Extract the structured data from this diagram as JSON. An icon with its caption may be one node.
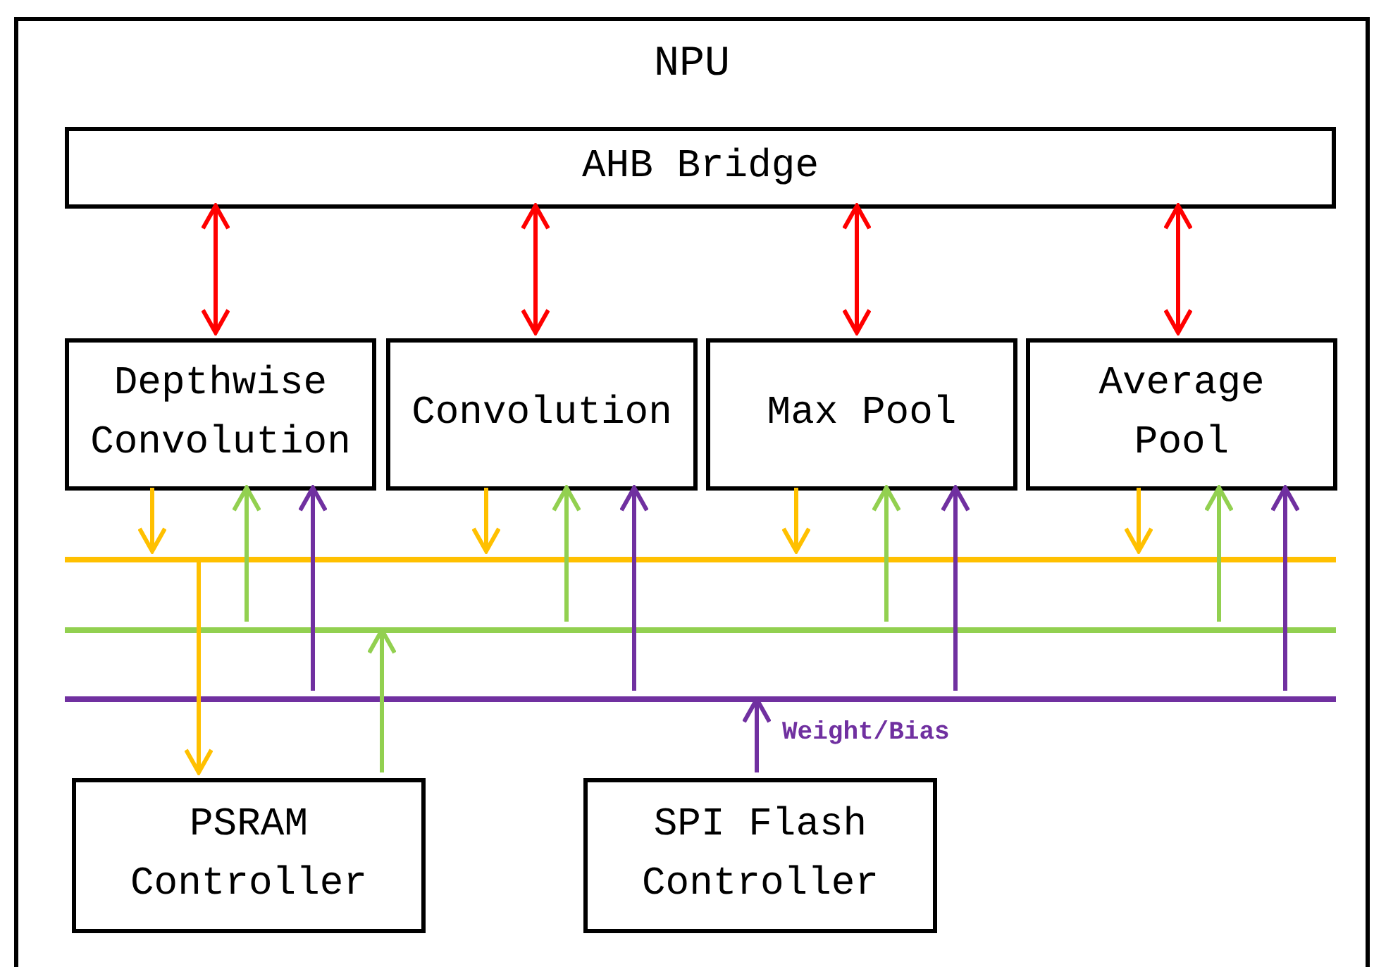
{
  "diagram": {
    "nodes": [
      {
        "text": [
          "NPU"
        ]
      },
      {
        "text": [
          "AHB Bridge"
        ],
        "in": 0
      },
      {
        "text": [
          "Depthwise Convolution"
        ],
        "in": 0
      },
      {
        "text": [
          "Convolution"
        ],
        "in": 0
      },
      {
        "text": [
          "Max Pool"
        ],
        "in": 0
      },
      {
        "text": [
          "Average Pool"
        ],
        "in": 0
      },
      {
        "text": [],
        "shape": "bar",
        "in": 0
      },
      {
        "text": [],
        "shape": "bar",
        "in": 0
      },
      {
        "text": [],
        "shape": "bar",
        "in": 0
      },
      {
        "text": [
          "PSRAM Controller"
        ],
        "in": 0
      },
      {
        "text": [
          "SPI Flash Controller"
        ],
        "in": 0
      }
    ],
    "edges": [
      {
        "from": 1,
        "to": 2,
        "arrow": "both",
        "color": "#ff0000"
      },
      {
        "from": 2,
        "to": 6,
        "arrow": "to",
        "color": "#ffc000"
      },
      {
        "from": 7,
        "to": 2,
        "arrow": "to",
        "color": "#92d050"
      },
      {
        "from": 8,
        "to": 2,
        "arrow": "to",
        "color": "#7030a0"
      },
      {
        "from": 1,
        "to": 3,
        "arrow": "both",
        "color": "#ff0000"
      },
      {
        "from": 3,
        "to": 6,
        "arrow": "to",
        "color": "#ffc000"
      },
      {
        "from": 7,
        "to": 3,
        "arrow": "to",
        "color": "#92d050"
      },
      {
        "from": 8,
        "to": 3,
        "arrow": "to",
        "color": "#7030a0"
      },
      {
        "from": 1,
        "to": 4,
        "arrow": "both",
        "color": "#ff0000"
      },
      {
        "from": 4,
        "to": 6,
        "arrow": "to",
        "color": "#ffc000"
      },
      {
        "from": 7,
        "to": 4,
        "arrow": "to",
        "color": "#92d050"
      },
      {
        "from": 8,
        "to": 4,
        "arrow": "to",
        "color": "#7030a0"
      },
      {
        "from": 1,
        "to": 5,
        "arrow": "both",
        "color": "#ff0000"
      },
      {
        "from": 5,
        "to": 6,
        "arrow": "to",
        "color": "#ffc000"
      },
      {
        "from": 7,
        "to": 5,
        "arrow": "to",
        "color": "#92d050"
      },
      {
        "from": 8,
        "to": 5,
        "arrow": "to",
        "color": "#7030a0"
      },
      {
        "from": 6,
        "to": 9,
        "arrow": "to",
        "color": "#ffc000"
      },
      {
        "from": 9,
        "to": 7,
        "arrow": "to",
        "color": "#92d050"
      },
      {
        "from": 10,
        "to": 8,
        "arrow": "to",
        "label": "Weight/Bias",
        "color": "#7030a0"
      }
    ]
  }
}
